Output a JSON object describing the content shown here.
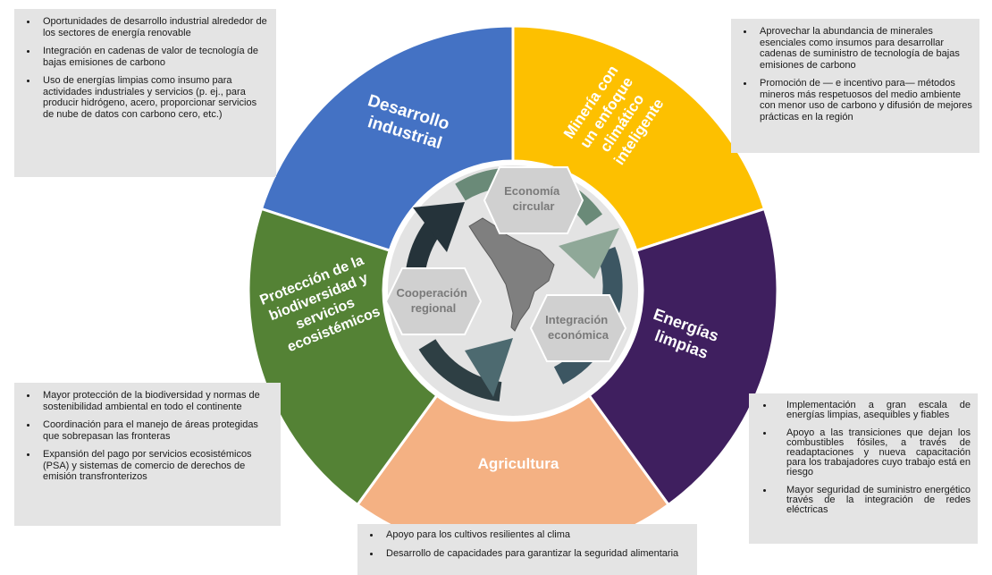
{
  "segments": {
    "industrial": {
      "label_lines": [
        "Desarrollo",
        "industrial"
      ],
      "color": "#4472c4"
    },
    "mining": {
      "label_lines": [
        "Minería con",
        "un enfoque",
        "climático",
        "inteligente"
      ],
      "color": "#fdc000"
    },
    "clean": {
      "label_lines": [
        "Energías",
        "limpias"
      ],
      "color": "#3f1f5f"
    },
    "agri": {
      "label_lines": [
        "Agricultura"
      ],
      "color": "#f4b183"
    },
    "bio": {
      "label_lines": [
        "Protección de la",
        "biodiversidad y",
        "servicios",
        "ecosistémicos"
      ],
      "color": "#548235"
    }
  },
  "hexagons": {
    "circular": {
      "line1": "Economía",
      "line2": "circular"
    },
    "integration": {
      "line1": "Integración",
      "line2": "económica"
    },
    "cooperation": {
      "line1": "Cooperación",
      "line2": "regional"
    }
  },
  "notes": {
    "industrial": [
      "Oportunidades de desarrollo industrial alrededor de los sectores de energía renovable",
      "Integración en cadenas de valor de tecnología de bajas emisiones de carbono",
      "Uso de energías limpias como insumo para actividades industriales y servicios (p. ej., para producir hidrógeno, acero, proporcionar servicios de nube de datos con carbono cero, etc.)"
    ],
    "mining": [
      "Aprovechar la abundancia de minerales esenciales como insumos para desarrollar cadenas de suministro de tecnología de bajas emisiones de carbono",
      "Promoción de — e incentivo para— métodos mineros más respetuosos del medio ambiente con menor uso de carbono y difusión de mejores prácticas en la región"
    ],
    "bio": [
      "Mayor protección de la biodiversidad y normas de sostenibilidad ambiental en todo el continente",
      "Coordinación para el manejo de áreas protegidas que sobrepasan las fronteras",
      "Expansión del pago por servicios ecosistémicos (PSA) y sistemas de comercio de derechos de emisión transfronterizos"
    ],
    "clean": [
      "Implementación a gran escala de energías limpias, asequibles y fiables",
      "Apoyo a las transiciones que dejan los combustibles fósiles, a través de readaptaciones y nueva capacitación para los trabajadores cuyo trabajo está en riesgo",
      "Mayor seguridad de suministro energético través de la integración de redes eléctricas"
    ],
    "agri": [
      "Apoyo para los cultivos resilientes al clima",
      "Desarrollo de capacidades para garantizar la seguridad alimentaria"
    ]
  }
}
